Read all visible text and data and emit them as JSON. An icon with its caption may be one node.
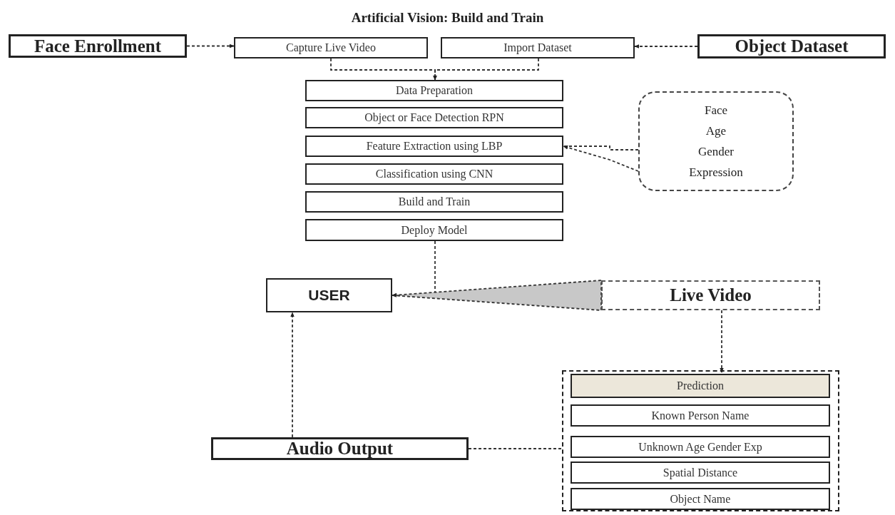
{
  "diagram": {
    "title": "Artificial Vision: Build and Train",
    "nodes": [
      {
        "text": [
          "Face Enrollment"
        ]
      },
      {
        "text": [
          "Capture Live Video"
        ]
      },
      {
        "text": [
          "Import Dataset"
        ]
      },
      {
        "text": [
          "Object Dataset"
        ]
      },
      {
        "text": [
          "Data Preparation"
        ]
      },
      {
        "text": [
          "Object or Face Detection RPN"
        ]
      },
      {
        "text": [
          "Feature Extraction using LBP"
        ]
      },
      {
        "text": [
          "Classification using CNN"
        ]
      },
      {
        "text": [
          "Build and Train"
        ]
      },
      {
        "text": [
          "Deploy Model"
        ]
      },
      {
        "text": [
          "Face",
          "Age",
          "Gender",
          "Expression"
        ]
      },
      {
        "text": [
          "USER"
        ]
      },
      {
        "text": [
          "Live Video"
        ]
      },
      {
        "text": [
          "Audio Output"
        ]
      },
      {
        "text": [],
        "shape": "box"
      },
      {
        "text": [
          "Prediction"
        ],
        "in": 14
      },
      {
        "text": [
          "Known Person Name"
        ],
        "in": 14
      },
      {
        "text": [
          "Unknown Age Gender Exp"
        ],
        "in": 14
      },
      {
        "text": [
          "Spatial Distance"
        ],
        "in": 14
      },
      {
        "text": [
          "Object Name"
        ],
        "in": 14
      }
    ],
    "edges": [
      {
        "from": 0,
        "to": 1,
        "arrow": "to",
        "style": "dashed"
      },
      {
        "from": 3,
        "to": 2,
        "arrow": "to",
        "style": "dashed"
      },
      {
        "from": 1,
        "to": 4,
        "arrow": "to",
        "style": "dashed"
      },
      {
        "from": 2,
        "to": 4,
        "arrow": "to",
        "style": "dashed"
      },
      {
        "from": 10,
        "to": 6,
        "arrow": "to",
        "style": "dashed"
      },
      {
        "from": 9,
        "to": 11,
        "arrow": "to",
        "style": "dashed"
      },
      {
        "from": 12,
        "to": 11,
        "arrow": "to",
        "style": "dashed"
      },
      {
        "from": 12,
        "to": 15,
        "arrow": "to",
        "style": "dashed"
      },
      {
        "from": 13,
        "to": 14,
        "arrow": "none",
        "style": "dashed"
      },
      {
        "from": 13,
        "to": 11,
        "arrow": "to",
        "style": "dashed"
      }
    ]
  }
}
